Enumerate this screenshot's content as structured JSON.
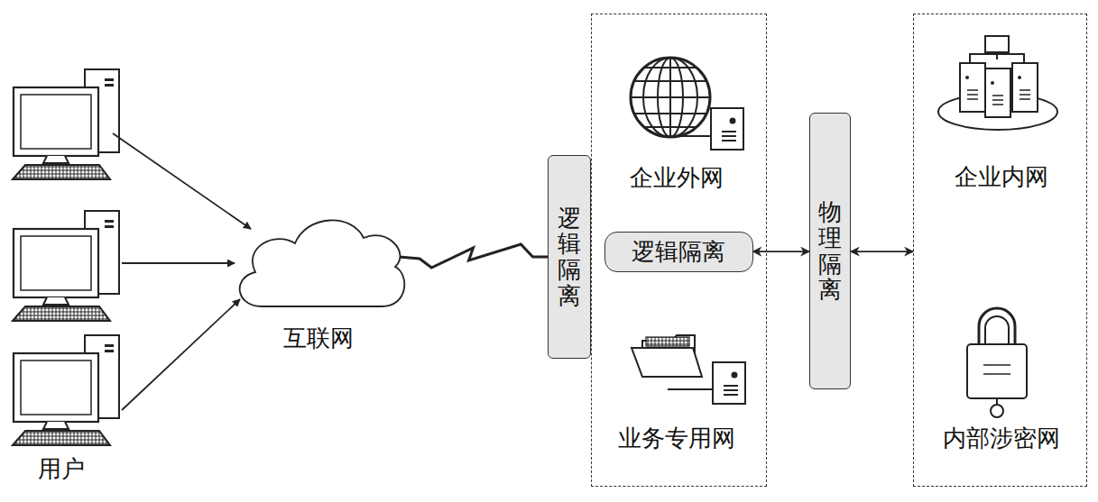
{
  "diagram": {
    "nodes": [
      {
        "text": [
          "互联网"
        ]
      },
      {
        "text": [
          "逻辑隔离"
        ]
      },
      {
        "text": []
      },
      {
        "text": [
          "企业外网"
        ],
        "in": 2
      },
      {
        "text": [
          "逻辑隔离"
        ],
        "in": 2
      },
      {
        "text": [
          "业务专用网"
        ],
        "in": 2
      },
      {
        "text": [
          "物理隔离"
        ]
      },
      {
        "text": []
      },
      {
        "text": [
          "企业内网"
        ],
        "in": 7
      },
      {
        "text": [
          "内部涉密网"
        ],
        "in": 7
      }
    ],
    "edges": [
      {
        "from": 0,
        "to": 1,
        "arrow": "none"
      },
      {
        "from": 4,
        "to": 6,
        "arrow": "both"
      },
      {
        "from": 6,
        "to": 7,
        "arrow": "both"
      }
    ],
    "labels": [
      "用户"
    ]
  }
}
